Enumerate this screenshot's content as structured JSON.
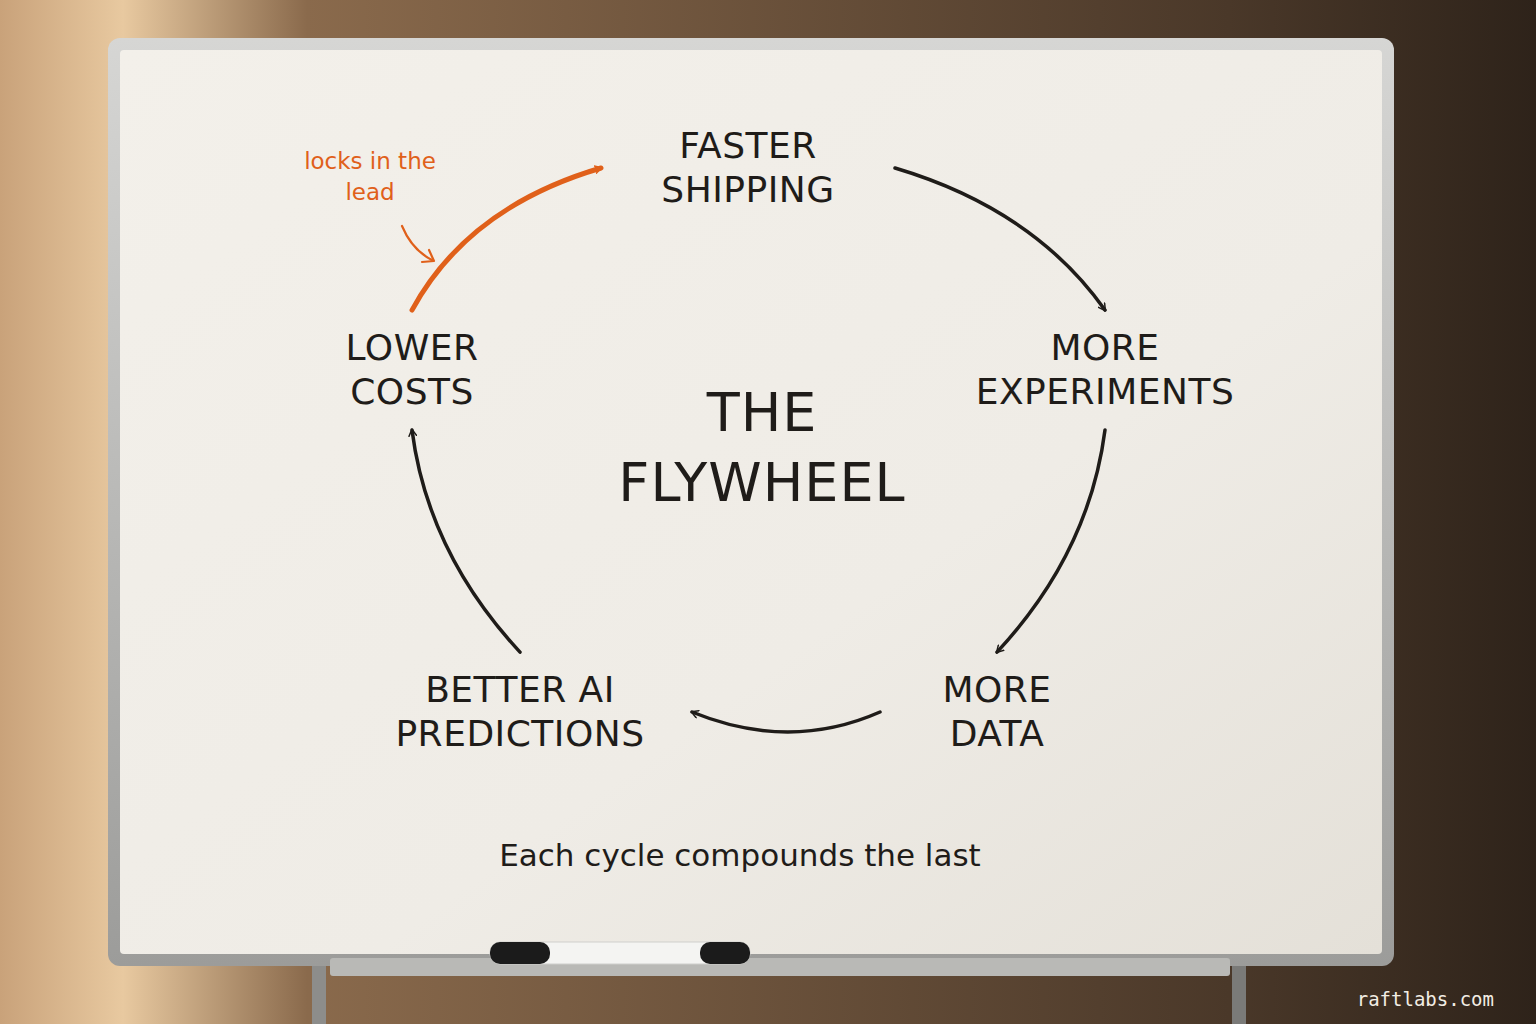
{
  "diagram": {
    "title": "THE FLYWHEEL",
    "caption": "Each cycle compounds the last",
    "nodes": [
      {
        "text": [
          "FASTER SHIPPING"
        ]
      },
      {
        "text": [
          "MORE EXPERIMENTS"
        ]
      },
      {
        "text": [
          "MORE DATA"
        ]
      },
      {
        "text": [
          "BETTER AI PREDICTIONS"
        ]
      },
      {
        "text": [
          "LOWER COSTS"
        ]
      }
    ],
    "edges": [
      {
        "from": 0,
        "to": 1,
        "arrow": "to"
      },
      {
        "from": 1,
        "to": 2,
        "arrow": "to"
      },
      {
        "from": 2,
        "to": 3,
        "arrow": "to"
      },
      {
        "from": 3,
        "to": 4,
        "arrow": "to"
      },
      {
        "from": 4,
        "to": 0,
        "label": "locks in the lead",
        "arrow": "to"
      }
    ],
    "labels": [
      "raftlabs.com"
    ]
  }
}
